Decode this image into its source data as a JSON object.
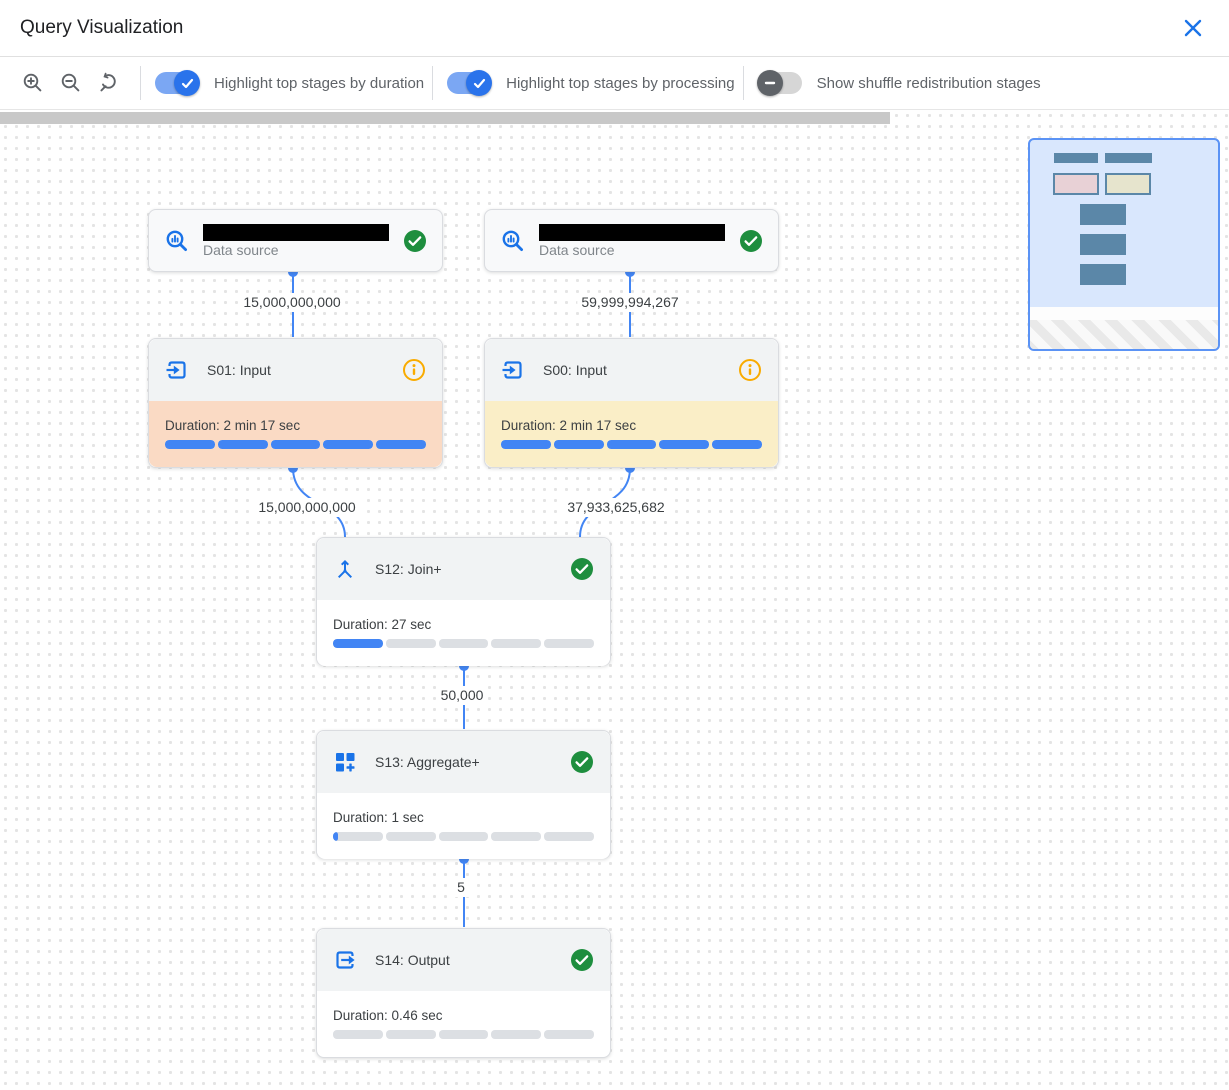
{
  "header": {
    "title": "Query Visualization",
    "close_icon": "close-icon"
  },
  "toolbar": {
    "zoom_buttons": [
      {
        "icon": "zoom-in-icon"
      },
      {
        "icon": "zoom-out-icon"
      },
      {
        "icon": "zoom-reset-icon"
      }
    ],
    "toggles": [
      {
        "label": "Highlight top stages by duration",
        "on": true
      },
      {
        "label": "Highlight top stages by processing",
        "on": true
      },
      {
        "label": "Show shuffle redistribution stages",
        "on": false
      }
    ]
  },
  "colors": {
    "accent_blue": "#1a73e8",
    "edge_blue": "#4285f4",
    "success_green": "#1e8e3e",
    "info_amber": "#f9ab00",
    "duration_highlight": "#fadac4",
    "processing_highlight": "#faeec7",
    "plain_section": "#ffffff"
  },
  "graph": {
    "nodes": [
      {
        "id": "data-source-1",
        "type": "datasource",
        "icon": "datasource-search-icon",
        "sublabel": "Data source",
        "name_redacted": true,
        "status": "success"
      },
      {
        "id": "data-source-2",
        "type": "datasource",
        "icon": "datasource-search-icon",
        "sublabel": "Data source",
        "name_redacted": true,
        "status": "success"
      },
      {
        "id": "S01",
        "title": "S01: Input",
        "icon": "input-icon",
        "status": "info",
        "duration": "Duration: 2 min 17 sec",
        "progress_pct": 100,
        "highlight": "#fadac4"
      },
      {
        "id": "S00",
        "title": "S00: Input",
        "icon": "input-icon",
        "status": "info",
        "duration": "Duration: 2 min 17 sec",
        "progress_pct": 100,
        "highlight": "#faeec7"
      },
      {
        "id": "S12",
        "title": "S12: Join+",
        "icon": "join-icon",
        "status": "success",
        "duration": "Duration: 27 sec",
        "progress_pct": 20,
        "highlight": "#ffffff"
      },
      {
        "id": "S13",
        "title": "S13: Aggregate+",
        "icon": "aggregate-icon",
        "status": "success",
        "duration": "Duration: 1 sec",
        "progress_pct": 2,
        "highlight": "#ffffff"
      },
      {
        "id": "S14",
        "title": "S14: Output",
        "icon": "output-icon",
        "status": "success",
        "duration": "Duration: 0.46 sec",
        "progress_pct": 0,
        "highlight": "#ffffff"
      }
    ],
    "edges": [
      {
        "from": "data-source-1",
        "to": "S01",
        "label": "15,000,000,000"
      },
      {
        "from": "data-source-2",
        "to": "S00",
        "label": "59,999,994,267"
      },
      {
        "from": "S01",
        "to": "S12",
        "label": "15,000,000,000"
      },
      {
        "from": "S00",
        "to": "S12",
        "label": "37,933,625,682"
      },
      {
        "from": "S12",
        "to": "S13",
        "label": "50,000"
      },
      {
        "from": "S13",
        "to": "S14",
        "label": "5"
      }
    ]
  }
}
